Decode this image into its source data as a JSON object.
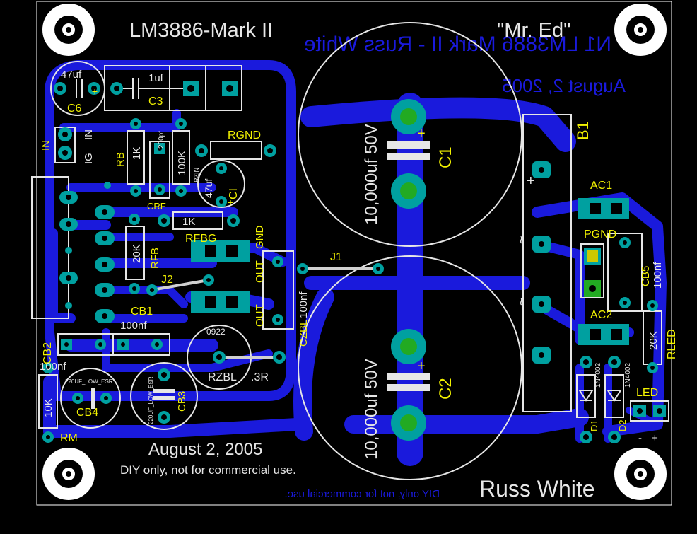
{
  "board": {
    "title": "LM3886-Mark II",
    "nickname": "\"Mr. Ed\"",
    "date": "August 2, 2005",
    "notice": "DIY only, not for commercial use.",
    "author": "Russ White",
    "bottom_mirror_title": "N1 LM3886 Mark II - Russ White",
    "bottom_mirror_date": "August 2, 2005",
    "bottom_mirror_notice": "DIY only, not for commercial use."
  },
  "colors": {
    "background": "#000000",
    "copper_bottom": "#1a1adc",
    "pad": "#00a0a0",
    "silkscreen": "#e6e6e6",
    "label": "#f2f200",
    "pad_ring": "#22aa22"
  },
  "components": {
    "c6": {
      "ref": "C6",
      "value": "47uf",
      "polarity": "+"
    },
    "c3": {
      "ref": "C3",
      "value": "1uf"
    },
    "in": {
      "ref": "IN",
      "pin_in": "IN",
      "pin_ig": "IG"
    },
    "rb": {
      "ref": "RB",
      "value": "1K"
    },
    "crf": {
      "ref": "CRF",
      "value": "200pf"
    },
    "rzin": {
      "ref": "RZIN",
      "value": "100K"
    },
    "rgnd": {
      "ref": "RGND"
    },
    "c1_small": {
      "ref": "CI",
      "value": "47uf",
      "polarity": "+"
    },
    "rfbg": {
      "ref": "RFBG",
      "value": "1K"
    },
    "rfb": {
      "ref": "RFB",
      "value": "20K"
    },
    "j2": {
      "ref": "J2"
    },
    "cb1": {
      "ref": "CB1",
      "value": "100nf"
    },
    "out_gnd": {
      "pin_out": "OUT",
      "pin_gnd": "GND"
    },
    "out": {
      "ref": "OUT"
    },
    "czbl": {
      "ref": "CZBL",
      "value": "100nf"
    },
    "j1": {
      "ref": "J1"
    },
    "rzbl": {
      "ref": "RZBL",
      "value": ".3R",
      "code": "0922"
    },
    "cb2": {
      "ref": "CB2",
      "value": "100nf"
    },
    "rm": {
      "ref": "RM",
      "value": "10K"
    },
    "cb4": {
      "ref": "CB4",
      "value": "220UF_LOW_ESR"
    },
    "cb3": {
      "ref": "CB3",
      "value": "220UF_LOW_ESR"
    },
    "c1": {
      "ref": "C1",
      "value": "10,000uf 50V",
      "polarity": "+"
    },
    "c2": {
      "ref": "C2",
      "value": "10,000uf 50V",
      "polarity": "+"
    },
    "b1": {
      "ref": "B1",
      "plus": "+",
      "ac_a": "~",
      "ac_b": "~"
    },
    "ac1": {
      "ref": "AC1"
    },
    "pgnd": {
      "ref": "PGND"
    },
    "cb5": {
      "ref": "CB5",
      "value": "100nf"
    },
    "ac2": {
      "ref": "AC2"
    },
    "rled": {
      "ref": "RLED",
      "value": "20K"
    },
    "d1": {
      "ref": "D1",
      "value": "1N4002"
    },
    "d2": {
      "ref": "D2",
      "value": "1N4002"
    },
    "led": {
      "ref": "LED",
      "minus": "-",
      "plus": "+"
    }
  }
}
